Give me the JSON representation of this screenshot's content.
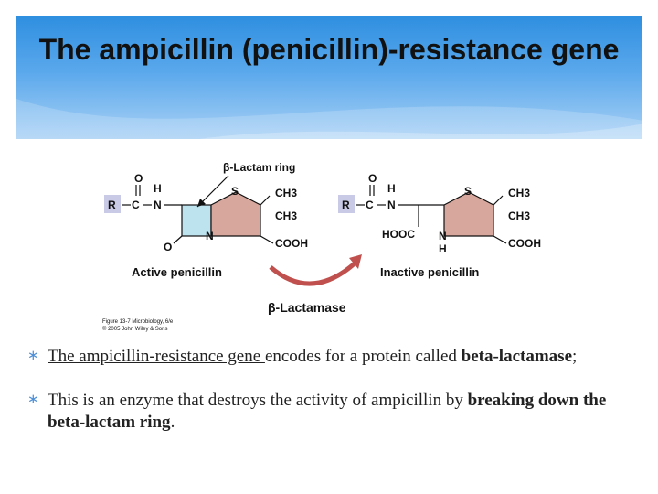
{
  "slide": {
    "title": "The ampicillin (penicillin)-resistance gene"
  },
  "figure": {
    "beta_lactam_ring_label": "β-Lactam ring",
    "group_r": "R",
    "atom_o": "O",
    "atom_c": "C",
    "atom_h": "H",
    "atom_n": "N",
    "atom_s": "S",
    "ch3": "CH3",
    "cooh": "COOH",
    "hooc": "HOOC",
    "active_label": "Active penicillin",
    "inactive_label": "Inactive penicillin",
    "enzyme_label": "β-Lactamase",
    "credit_line1": "Figure 13-7  Microbiology, 6/e",
    "credit_line2": "© 2005 John Wiley & Sons",
    "colors": {
      "ring_blue": "#bde3ee",
      "ring_pink": "#d7a69c",
      "r_box": "#c9cbe6",
      "arrow": "#c0504d"
    }
  },
  "bullets": [
    {
      "marker": "∗",
      "underlined": "The ampicillin-resistance gene ",
      "text": "encodes for a protein called ",
      "bold": "beta-lactamase",
      "tail": ";"
    },
    {
      "marker": "∗",
      "text": "This is an enzyme that destroys the activity of ampicillin by ",
      "bold": "breaking down the beta-lactam ring",
      "tail": "."
    }
  ]
}
